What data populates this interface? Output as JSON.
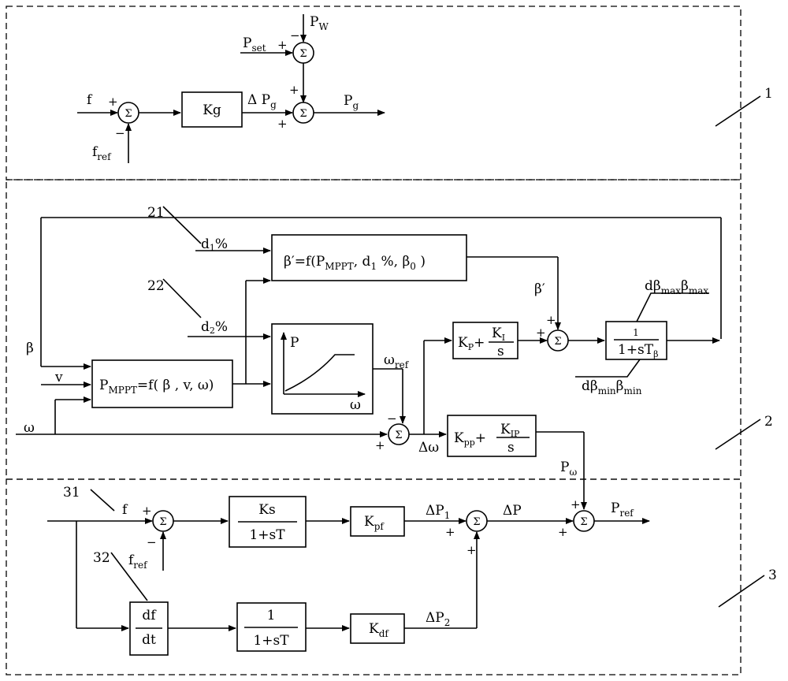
{
  "sections": {
    "s1": "1",
    "s2": "2",
    "s3": "3"
  },
  "sum_symbol": "Σ",
  "plus": "+",
  "minus": "−",
  "part1": {
    "pw": "P",
    "pw_sub": "W",
    "pset": "P",
    "pset_sub": "set",
    "f": "f",
    "fref": "f",
    "fref_sub": "ref",
    "kg": "Kg",
    "dpg": "Δ P",
    "dpg_sub": "g",
    "pg": "P",
    "pg_sub": "g"
  },
  "part2": {
    "n21": "21",
    "n22": "22",
    "d1": "d",
    "d1_sub": "1",
    "d1_pct": "%",
    "d2": "d",
    "d2_sub": "2",
    "d2_pct": "%",
    "beta": "β",
    "v": "v",
    "omega": "ω",
    "beta_fn_a": "β′=f(P",
    "beta_fn_sub": "MPPT",
    "beta_fn_b": ", d",
    "beta_fn_sub1": "1",
    "beta_fn_c": " %,  β",
    "beta_fn_sub0": "0",
    "beta_fn_d": " )",
    "mppt_a": "P",
    "mppt_sub": "MPPT",
    "mppt_b": "=f( β , v, ω)",
    "curve_p": "P",
    "curve_w": "ω",
    "wref": "ω",
    "wref_sub": "ref",
    "kp": "K",
    "kp_sub": "P",
    "ki": "K",
    "ki_sub": "I",
    "s": "s",
    "beta_prime": "β′",
    "pt1_num": "1",
    "pt1_den": "1+sT",
    "pt1_sub": "β",
    "dbmax_a": "dβ",
    "dbmax_sub1": "max",
    "dbmax_b": "β",
    "dbmax_sub2": "max",
    "dbmin_a": "dβ",
    "dbmin_sub1": "min",
    "dbmin_b": "β",
    "dbmin_sub2": "min",
    "dw": "Δω",
    "kpp": "K",
    "kpp_sub": "pp",
    "kip": "K",
    "kip_sub": "IP",
    "pw": "P",
    "pw_sub": "ω"
  },
  "part3": {
    "n31": "31",
    "n32": "32",
    "f": "f",
    "fref": "f",
    "fref_sub": "ref",
    "ks_num": "Ks",
    "ks_den": "1+sT",
    "kpf": "K",
    "kpf_sub": "pf",
    "dp1": "ΔP",
    "dp1_sub": "1",
    "dp": "ΔP",
    "pref": "P",
    "pref_sub": "ref",
    "dfdt_num": "df",
    "dfdt_den": "dt",
    "lp_num": "1",
    "lp_den": "1+sT",
    "kdf": "K",
    "kdf_sub": "df",
    "dp2": "ΔP",
    "dp2_sub": "2"
  }
}
